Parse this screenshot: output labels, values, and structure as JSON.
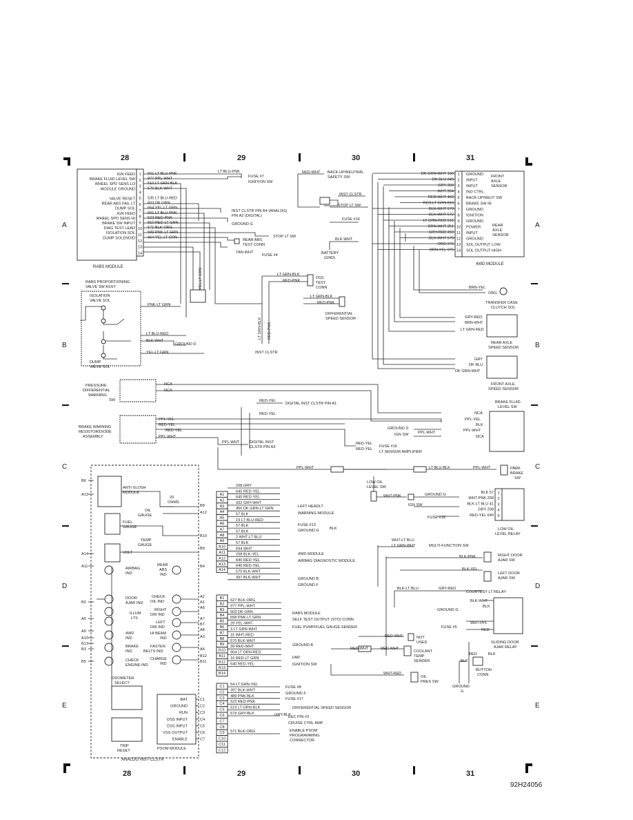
{
  "grid": {
    "columns": [
      "28",
      "29",
      "30",
      "31"
    ],
    "rows": [
      "A",
      "B",
      "C",
      "D",
      "E"
    ],
    "figure_id": "92H24056"
  },
  "rabs": {
    "title": "RABS MODULE",
    "pins": [
      {
        "n": "1",
        "label": "IGN FEED",
        "wire": "601 LT BLU-PNK"
      },
      {
        "n": "2",
        "label": "BRAKE FLUID LEVEL SW",
        "wire": "977 PPL-WHT"
      },
      {
        "n": "3",
        "label": "WHEEL SPD SENS LO",
        "wire": "510 LT GRN-BLK"
      },
      {
        "n": "4",
        "label": "MODULE GROUND",
        "wire": "570 BLK-WHT"
      },
      {
        "n": "5",
        "label": "VALVE RESET",
        "wire": "535 LT BLU-RED"
      },
      {
        "n": "6",
        "label": "REAR ABS FAIL LT",
        "wire": "603 DK GRN"
      },
      {
        "n": "7",
        "label": "DUMP SOL",
        "wire": "664 YEL-LT GRN"
      },
      {
        "n": "8",
        "label": "IGN FEED",
        "wire": "601 LT BLU-PNK"
      },
      {
        "n": "9",
        "label": "WHEEL SPD SENS HI",
        "wire": "523 RED-PNK"
      },
      {
        "n": "10",
        "label": "BRAKE SW INPUT",
        "wire": "810 RED-LT GRN"
      },
      {
        "n": "11",
        "label": "DIAG TEST LEAD",
        "wire": "571 BLK-ORG"
      },
      {
        "n": "12",
        "label": "ISOLATION SOL",
        "wire": "599 PNK-LT GRN"
      },
      {
        "n": "13",
        "label": "DUMP SOLENOID",
        "wire": "664 YEL-LT GRN"
      }
    ],
    "pin_numbers": [
      "1",
      "2",
      "3",
      "4",
      "5",
      "6",
      "7",
      "8",
      "9",
      "10",
      "11",
      "12",
      "13",
      "14"
    ],
    "targets": {
      "fuse7": "FUSE #7",
      "ign_sw": "IGNITION SW",
      "lt_blu_pnk": "LT BLU-PNK",
      "inst_clstr_b4": "INST CLSTR PIN B4 (ANALOG)",
      "pin_a2": "PIN A2 (DIGITAL)",
      "ground_g": "GROUND G",
      "stop_lt_sw": "STOP LT SW",
      "rear_abs_test": "REAR ABS",
      "test_conn": "TEST CONN",
      "tan_wht": "TAN-WHT",
      "fuse4": "FUSE #4",
      "yel_lt_grn": "YEL-LT GRN"
    }
  },
  "top_center": {
    "red_wht": "RED-WHT",
    "backup": "BACK-UP/NEUTRAL",
    "safety_sw": "SAFETY SW",
    "inst_clstr": "INST CLSTR",
    "stop_lt_sw": "STOP LT SW",
    "fuse16": "FUSE #16",
    "blk_wht": "BLK-WHT",
    "battery": "BATTERY",
    "gnd": "(GND)"
  },
  "fwd": {
    "title": "4WD MODULE",
    "wires": [
      "DK GRN-WHT 150",
      "DK BLU 349",
      "GRY 350",
      "WHT 964",
      "RED-WHT 463",
      "RED-LT GRN 810",
      "BLK-WHT 570",
      "BLK-WHT 572",
      "LT GRN-RED 516",
      "BRN-WHT 351",
      "GRY-RED 359",
      "BLK-WHT 570",
      "ORG 976",
      "BRN-YEL 975"
    ],
    "pins": [
      "1",
      "2",
      "3",
      "4",
      "5",
      "6",
      "7",
      "8",
      "9",
      "10",
      "11",
      "12",
      "13",
      "14"
    ],
    "labels": [
      "GROUND",
      "INPUT",
      "INPUT",
      "IND CTRL",
      "BACK-UP/NEUT SW",
      "BRAKE SW IN",
      "GROUND",
      "IGNITION",
      "GROUND",
      "POWER",
      "INPUT",
      "GROUND",
      "SOL OUTPUT LOW",
      "SOL OUTPUT HIGH"
    ],
    "front_axle": [
      "FRONT",
      "AXLE",
      "SENSOR"
    ],
    "rear_axle": [
      "REAR",
      "AXLE",
      "SENSOR"
    ]
  },
  "left_mid": {
    "rabs_valve": "RABS PROPORTIONING",
    "valve_sw": "VALVE SW ASSY",
    "isolation": "ISOLATION",
    "valve_sol": "VALVE SOL",
    "pnk_lt_grn": "PNK-LT GRN",
    "lt_blu_red": "LT BLU-RED",
    "blk_wht": "BLK-WHT",
    "ground_d": "GROUND D",
    "yel_lt_grn": "YEL-LT GRN",
    "dump": "DUMP",
    "dump_valve": "VALVE SOL",
    "dss": "DSS",
    "test": "TEST",
    "conn": "CONN",
    "lt_grn_blk": "LT GRN-BLK",
    "red_pnk": "RED-PNK",
    "diff_speed": "DIFFERENTIAL",
    "speed_sensor": "SPEED SENSOR",
    "inst_clstr": "INST CLSTR",
    "lt_grn_blk_v": "LT GRN-BLK",
    "red_pnk_v": "RED-PNK"
  },
  "right_mid": {
    "brn_yel": "BRN-YEL",
    "org": "ORG",
    "transfer": "TRANSFER CASE",
    "clutch": "CLUTCH SOL",
    "gry_red": "GRY-RED",
    "brn_wht": "BRN-WHT",
    "lt_grn_red": "LT GRN-RED",
    "rear_axle": "REAR AXLE",
    "speed_sensor": "SPEED SENSOR",
    "gry": "GRY",
    "dk_blu": "DK BLU",
    "dk_grn_wht": "DK GRN-WHT",
    "front_axle": "FRONT AXLE",
    "speed_sensor2": "SPEED SENSOR"
  },
  "warning": {
    "pressure": [
      "PRESSURE",
      "DIFFERENTIAL",
      "WARNING",
      "SW"
    ],
    "nca1": "NCA",
    "nca2": "NCA",
    "red_yel": "RED-YEL",
    "digital_a1": "DIGITAL INST CLSTR PIN A1",
    "red_yel2": "RED-YEL",
    "brake_warning": [
      "BRAKE WARNING",
      "RESISTOR/DIODE",
      "ASSEMBLY"
    ],
    "ppl_yel": "PPL-YEL",
    "red_yel3": "RED-YEL",
    "red_yel4": "RED-YEL",
    "ppl_wht": "PPL-WHT",
    "ppl_wht2": "PPL-WHT",
    "digital_a3": [
      "DIGITAL INST",
      "CLSTR PIN A3"
    ],
    "brake_fluid": [
      "BRAKE FLUID",
      "LEVEL SW"
    ],
    "nca3": "NCA",
    "ppl_yel2": "PPL-YEL",
    "blk": "BLK",
    "ground_d": "GROUND D",
    "ign_sw": "IGN SW",
    "ppl_wht3": "PPL-WHT",
    "ppl_wht4": "PPL-WHT",
    "nca4": "NCA",
    "red_yel5": "RED-YEL",
    "red_yel6": "RED-YEL",
    "fuse16": "FUSE #16",
    "lt_sensor": "LT SENSOR AMPLIFIER"
  },
  "cluster": {
    "title": "ANALOG INST CLSTR",
    "left_pins": [
      "B6",
      "A13",
      "A14",
      "A11",
      "B2",
      "A5",
      "A9",
      "A10",
      "B13",
      "B3",
      "B5"
    ],
    "right_pins": [
      "B8",
      "A12",
      "B10",
      "B9",
      "B4",
      "A2",
      "A1",
      "A6",
      "A7",
      "B7",
      "A8",
      "A3",
      "A4",
      "B12",
      "B11"
    ],
    "items": {
      "anti_slosh": [
        "ANTI-SLOSH",
        "MODULE"
      ],
      "ohms": [
        "20",
        "OHMS"
      ],
      "oil": [
        "OIL",
        "GAUGE"
      ],
      "fuel": [
        "FUEL",
        "GAUGE"
      ],
      "temp": [
        "TEMP",
        "GAUGE"
      ],
      "volt": "VOLT",
      "airbag": [
        "AIRBAG",
        "IND"
      ],
      "rear_abs": [
        "REAR",
        "ABS",
        "IND"
      ],
      "door": [
        "DOOR",
        "AJAR IND"
      ],
      "check_oil": [
        "CHECK",
        "OIL IND"
      ],
      "illum": [
        "ILLUM",
        "LTS"
      ],
      "right_dir": [
        "RIGHT",
        "DIR IND"
      ],
      "left_dir": [
        "LEFT",
        "DIR IND"
      ],
      "fourwd": [
        "4WD",
        "IND"
      ],
      "hi_beam": [
        "HI BEAM",
        "IND"
      ],
      "brake": [
        "BRAKE",
        "IND"
      ],
      "fasten": [
        "FASTEN",
        "BELTS IND"
      ],
      "check_engine": [
        "CHECK",
        "ENGINE IND"
      ],
      "charge": [
        "CHARGE",
        "IND"
      ],
      "odometer": [
        "ODOMETER",
        "SELECT"
      ],
      "trip": [
        "TRIP",
        "RESET"
      ],
      "psom": "PSOM MODULE",
      "psom_pins": [
        "BAT",
        "GROUND",
        "RUN",
        "DSS INPUT",
        "DSS INPUT",
        "VSS OUTPUT",
        "ENABLE"
      ],
      "c_pins": [
        "C1",
        "C2",
        "C3",
        "C4",
        "C5",
        "C6",
        "C7"
      ]
    }
  },
  "conn_a": {
    "pins": [
      "A1",
      "A2",
      "A3",
      "A4",
      "A5",
      "A6",
      "A7",
      "A8",
      "A9",
      "A10",
      "A11",
      "A12",
      "A13",
      "A14"
    ],
    "wires": [
      "208 GRY",
      "640 RED-YEL",
      "640 RED-YEL",
      "932 GRY-WHT",
      "450 DK GRN-LT GRN",
      "57 BLK",
      "19 LT BLU-RED",
      "57 BLK",
      "57 BLK",
      "2 WHT-LT BLU",
      "57 BLK",
      "694 WHT",
      "208 BLK-YEL",
      "640 RED-YEL",
      "640 RED-YEL",
      "570 BLK-WHT",
      "397 BLK-WHT"
    ],
    "targets": [
      "LEFT HEADLT",
      "WARNING MODULE",
      "FUSE #13",
      "GROUND G",
      "4WD MODULE",
      "AIRBAG DIAGNOSTIC MODULE",
      "GROUND B",
      "GROUND F"
    ],
    "blk": "BLK"
  },
  "conn_b": {
    "pins": [
      "B1",
      "B2",
      "B3",
      "B4",
      "B5",
      "B6",
      "B7",
      "B8",
      "B9",
      "B10",
      "B11",
      "B12",
      "B13",
      "B14"
    ],
    "wires": [
      "627 BLK-ORG",
      "977 PPL-WHT",
      "603 DK GRN",
      "658 PNK-LT GRN",
      "29 YEL-WHT",
      "3 LT GRN-WHT",
      "31 WHT-RED",
      "570 BLK-WHT",
      "39 RED-WHT",
      "904 LT GRN-RED",
      "16 RED-LT GRN",
      "640 RED-YEL"
    ],
    "targets": [
      "RABS MODULE",
      "SELF TEST OUTPUT (STO) CONN",
      "FUEL PUMP/FUEL GAUGE SENDER",
      "GROUND B",
      "I/AR",
      "IGNITION SW"
    ]
  },
  "conn_c": {
    "pins": [
      "C1",
      "C2",
      "C3",
      "C4",
      "C5",
      "C6",
      "C7",
      "C8",
      "C9",
      "C10",
      "C11",
      "C12"
    ],
    "wires": [
      "54 LT GRN-YEL",
      "397 BLK-WHT",
      "489 PNK-BLK",
      "523 RED-PNK",
      "519 LT GRN-BLK",
      "679 GRY-BLK",
      "571 BLK-ORG"
    ],
    "targets": [
      "FUSE #8",
      "GROUND F",
      "FUSE #17",
      "DIFFERENTIAL SPEED SENSOR",
      "EEC PIN #3",
      "CRUISE CTRL AMP",
      "ENABLE PSOM",
      "PROGRAMMING",
      "CONNECTOR"
    ],
    "gry_blk": "GRY-BLK"
  },
  "right_low": {
    "ppl_wht": "PPL-WHT",
    "lt_blu_blk": "LT BLU-BLK",
    "ppl_wht2": "PPL-WHT",
    "park_brake": [
      "PARK",
      "BRAKE",
      "SW"
    ],
    "low_oil": [
      "LOW OIL",
      "LEVEL SW"
    ],
    "wht_pnk": "WHT-PNK",
    "ground_g": "GROUND G",
    "ign_sw": "IGN SW",
    "fuse18": "FUSE #18",
    "relay_wires": [
      "BLK 57",
      "WHT-PNK 258",
      "BLK-LT BLU 41",
      "GRY 208",
      "RED-YEL 640"
    ],
    "relay_pins": [
      "1",
      "2",
      "3",
      "4",
      "5"
    ],
    "low_oil_relay": [
      "LOW OIL",
      "LEVEL RELAY"
    ],
    "wht_lt_blu": "WHT-LT BLU",
    "lt_grn_wht": "LT GRN-WHT",
    "multi_function": "MULTI-FUNCTION SW",
    "blk_pnk": "BLK-PNK",
    "right_door": [
      "RIGHT DOOR",
      "AJAR SW"
    ],
    "blk_yel": "BLK-YEL",
    "left_door": [
      "LEFT DOOR",
      "AJAR SW"
    ],
    "blk_lt_blu": "BLK-LT BLU",
    "gry_red": "GRY-RED",
    "courtesy": "COURTESY LT RELAY",
    "blk_wht": "BLK-WHT",
    "blk": "BLK",
    "ground_g2": "GROUND G",
    "wht_ppl": "WHT-PPL",
    "fuse5": "FUSE #5",
    "red": "RED",
    "sliding": [
      "SLIDING DOOR",
      "AJAR RELAY"
    ],
    "red_blk": [
      "RED",
      "BLK"
    ],
    "blk2": "BLK",
    "button": [
      "BUTTON",
      "CONN"
    ],
    "ground_g3": [
      "GROUND",
      "G"
    ],
    "red_wht": "RED-WHT",
    "not_used": [
      "NOT",
      "USED"
    ],
    "red_wht2": "RED-WHT",
    "red_wht3": "RED-WHT",
    "coolant": [
      "COOLANT",
      "TEMP",
      "SENDER"
    ],
    "wht_red": "WHT-RED",
    "oil_pres": [
      "OIL",
      "PRES SW"
    ]
  }
}
